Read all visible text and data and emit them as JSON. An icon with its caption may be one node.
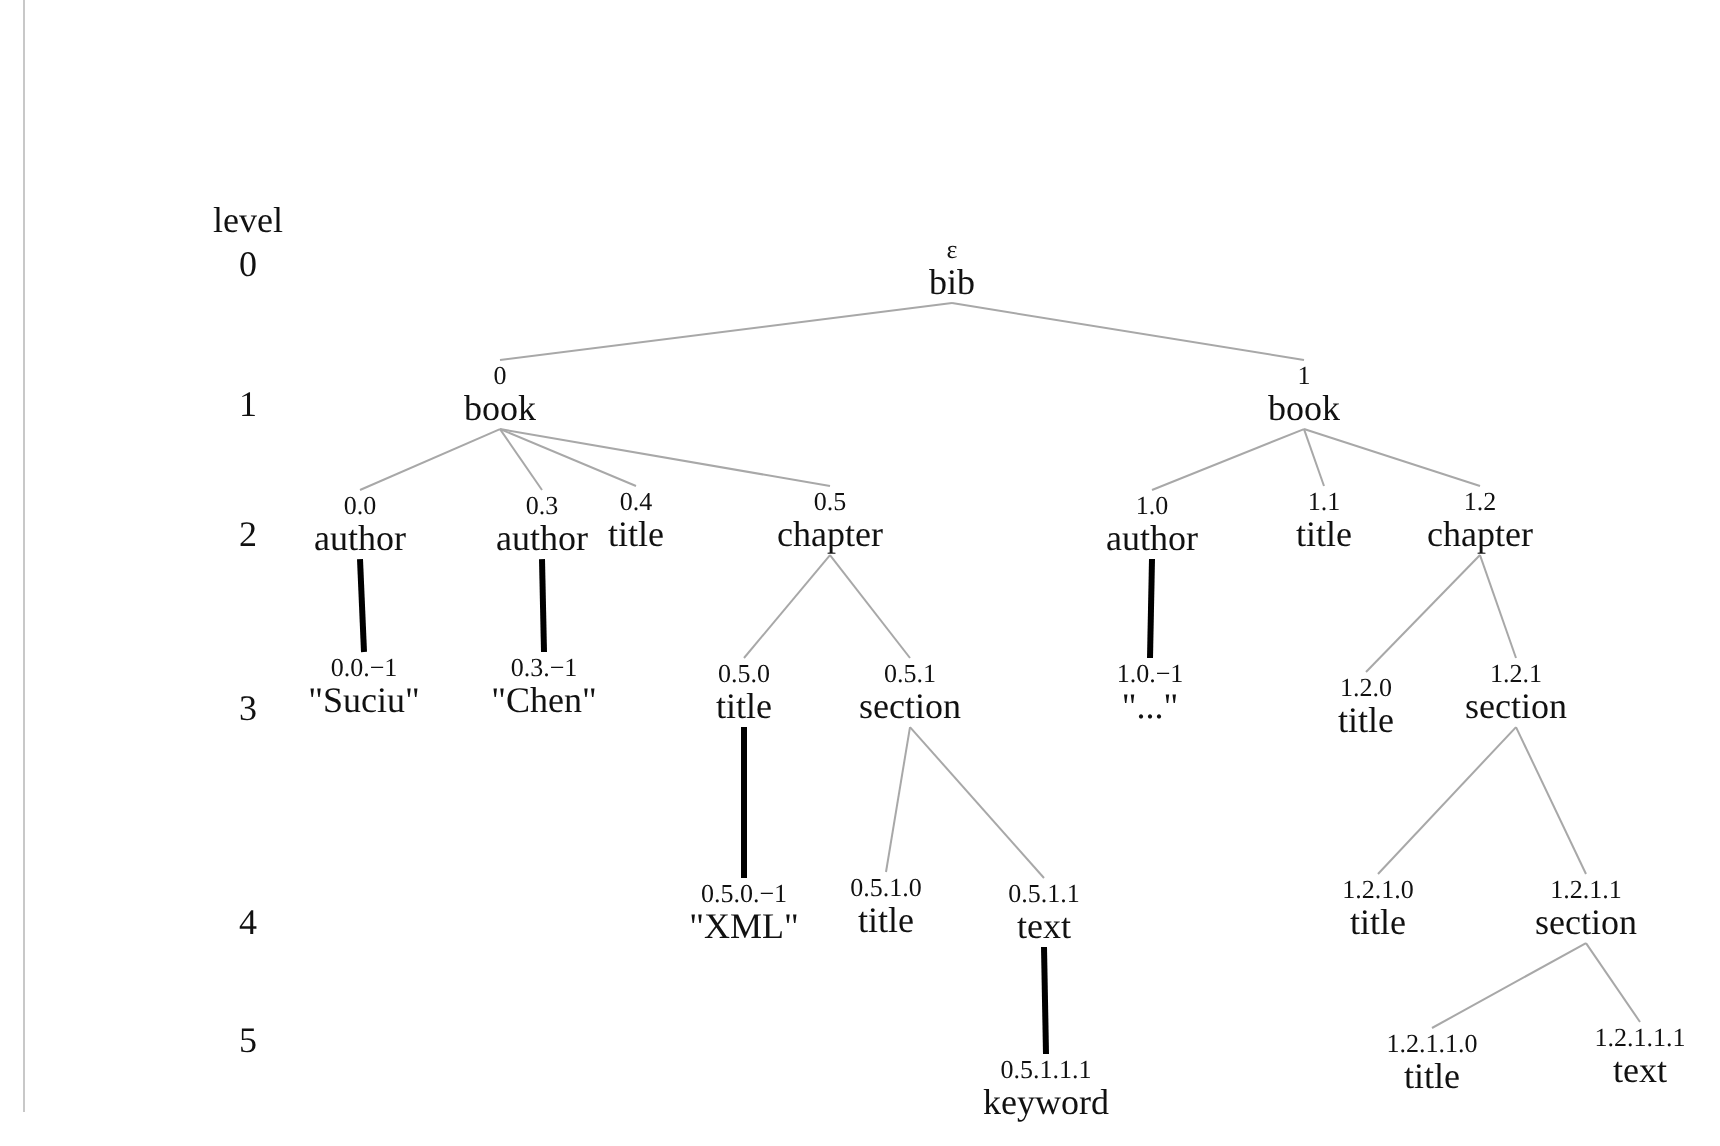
{
  "diagram": {
    "nodes": [
      {
        "text": [
          "ε",
          "bib"
        ]
      },
      {
        "text": [
          "0",
          "book"
        ]
      },
      {
        "text": [
          "0.0",
          "author"
        ]
      },
      {
        "text": [
          "0.3",
          "author"
        ]
      },
      {
        "text": [
          "0.4",
          "title"
        ]
      },
      {
        "text": [
          "0.5",
          "chapter"
        ]
      },
      {
        "text": [
          "0.0.−1",
          "\"Suciu\""
        ]
      },
      {
        "text": [
          "0.3.−1",
          "\"Chen\""
        ]
      },
      {
        "text": [
          "0.5.0",
          "title"
        ]
      },
      {
        "text": [
          "0.5.1",
          "section"
        ]
      },
      {
        "text": [
          "0.5.0.−1",
          "\"XML\""
        ]
      },
      {
        "text": [
          "0.5.1.0",
          "title"
        ]
      },
      {
        "text": [
          "0.5.1.1",
          "text"
        ]
      },
      {
        "text": [
          "0.5.1.1.1",
          "keyword"
        ]
      },
      {
        "text": [
          "1",
          "book"
        ]
      },
      {
        "text": [
          "1.0",
          "author"
        ]
      },
      {
        "text": [
          "1.1",
          "title"
        ]
      },
      {
        "text": [
          "1.2",
          "chapter"
        ]
      },
      {
        "text": [
          "1.0.−1",
          "\"...\""
        ]
      },
      {
        "text": [
          "1.2.0",
          "title"
        ]
      },
      {
        "text": [
          "1.2.1",
          "section"
        ]
      },
      {
        "text": [
          "1.2.1.0",
          "title"
        ]
      },
      {
        "text": [
          "1.2.1.1",
          "section"
        ]
      },
      {
        "text": [
          "1.2.1.1.0",
          "title"
        ]
      },
      {
        "text": [
          "1.2.1.1.1",
          "text"
        ]
      }
    ],
    "edges": [
      {
        "from": 0,
        "to": 1,
        "arrow": "none"
      },
      {
        "from": 0,
        "to": 14,
        "arrow": "none"
      },
      {
        "from": 1,
        "to": 2,
        "arrow": "none"
      },
      {
        "from": 1,
        "to": 3,
        "arrow": "none"
      },
      {
        "from": 1,
        "to": 4,
        "arrow": "none"
      },
      {
        "from": 1,
        "to": 5,
        "arrow": "none"
      },
      {
        "from": 2,
        "to": 6,
        "arrow": "none",
        "style": "thick",
        "color": "#000000"
      },
      {
        "from": 3,
        "to": 7,
        "arrow": "none",
        "style": "thick",
        "color": "#000000"
      },
      {
        "from": 5,
        "to": 8,
        "arrow": "none"
      },
      {
        "from": 5,
        "to": 9,
        "arrow": "none"
      },
      {
        "from": 8,
        "to": 10,
        "arrow": "none",
        "style": "thick",
        "color": "#000000"
      },
      {
        "from": 9,
        "to": 11,
        "arrow": "none"
      },
      {
        "from": 9,
        "to": 12,
        "arrow": "none"
      },
      {
        "from": 12,
        "to": 13,
        "arrow": "none",
        "style": "thick",
        "color": "#000000"
      },
      {
        "from": 14,
        "to": 15,
        "arrow": "none"
      },
      {
        "from": 14,
        "to": 16,
        "arrow": "none"
      },
      {
        "from": 14,
        "to": 17,
        "arrow": "none"
      },
      {
        "from": 15,
        "to": 18,
        "arrow": "none",
        "style": "thick",
        "color": "#000000"
      },
      {
        "from": 17,
        "to": 19,
        "arrow": "none"
      },
      {
        "from": 17,
        "to": 20,
        "arrow": "none"
      },
      {
        "from": 20,
        "to": 21,
        "arrow": "none"
      },
      {
        "from": 20,
        "to": 22,
        "arrow": "none"
      },
      {
        "from": 22,
        "to": 23,
        "arrow": "none"
      },
      {
        "from": 22,
        "to": 24,
        "arrow": "none"
      }
    ],
    "labels": [
      "level",
      "0",
      "1",
      "2",
      "3",
      "4",
      "5"
    ]
  }
}
